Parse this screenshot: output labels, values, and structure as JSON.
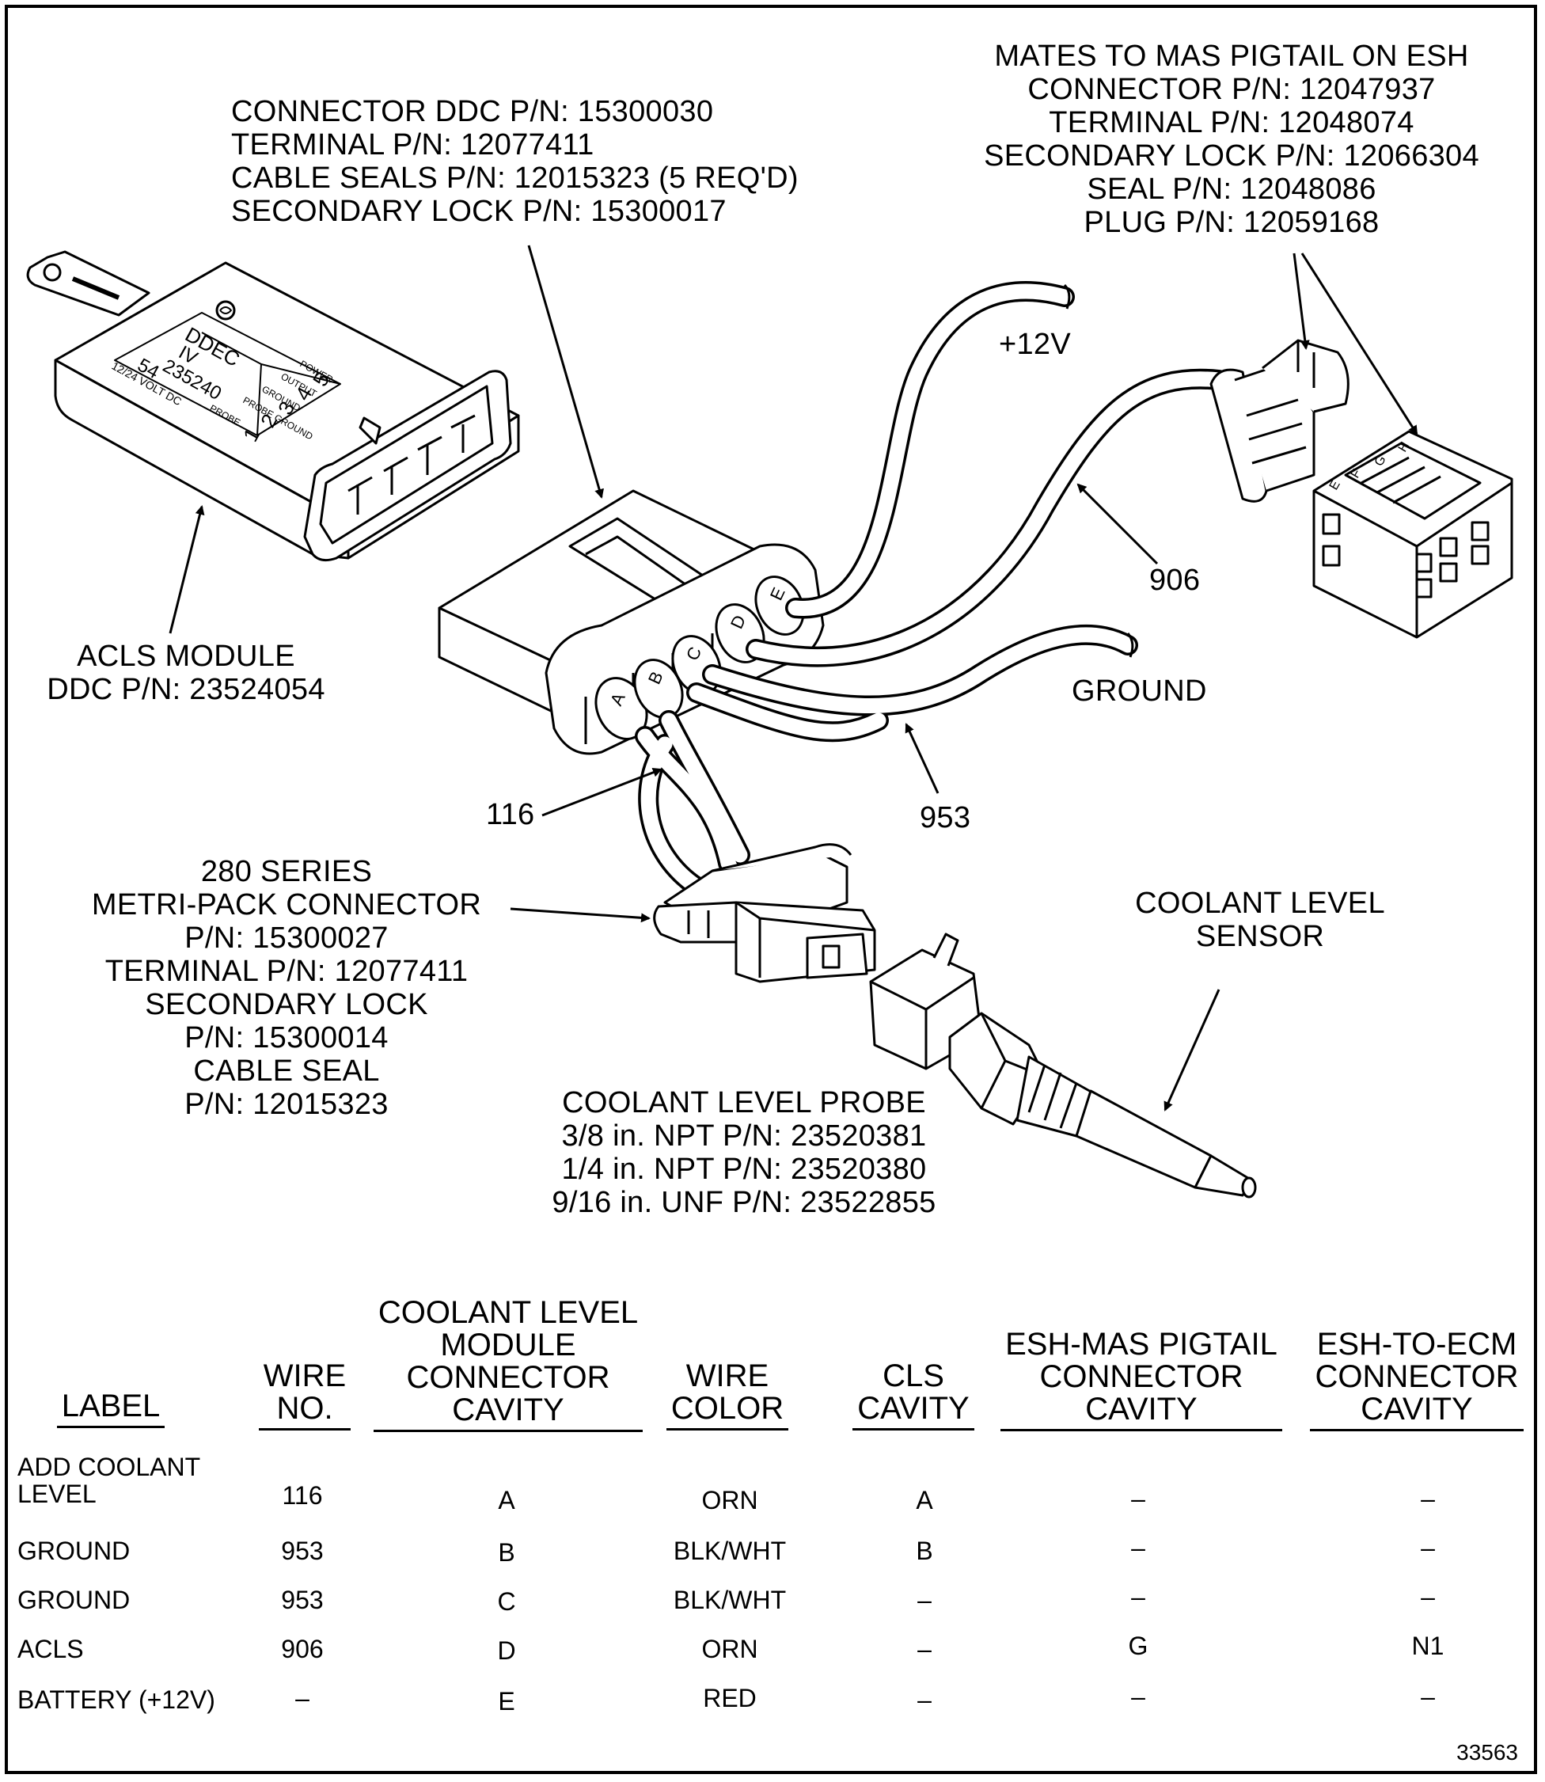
{
  "callouts": {
    "connector_ddc": [
      "CONNECTOR DDC P/N: 15300030",
      "TERMINAL P/N: 12077411",
      "CABLE SEALS P/N: 12015323 (5 REQ'D)",
      "SECONDARY LOCK P/N: 15300017"
    ],
    "mates_to_mas": [
      "MATES TO MAS PIGTAIL ON ESH",
      "CONNECTOR P/N: 12047937",
      "TERMINAL P/N: 12048074",
      "SECONDARY LOCK P/N: 12066304",
      "SEAL P/N: 12048086",
      "PLUG P/N: 12059168"
    ],
    "plus12v": "+12V",
    "wire_906": "906",
    "ground": "GROUND",
    "wire_953": "953",
    "wire_116": "116",
    "acls_module": [
      "ACLS MODULE",
      "DDC P/N: 23524054"
    ],
    "metripack": [
      "280 SERIES",
      "METRI-PACK CONNECTOR",
      "P/N: 15300027",
      "TERMINAL P/N: 12077411",
      "SECONDARY LOCK",
      "P/N: 15300014",
      "CABLE SEAL",
      "P/N: 12015323"
    ],
    "coolant_sensor": [
      "COOLANT LEVEL",
      "SENSOR"
    ],
    "coolant_probe": [
      "COOLANT LEVEL PROBE",
      "3/8 in. NPT P/N: 23520381",
      "1/4 in. NPT P/N: 23520380",
      "9/16 in. UNF P/N: 23522855"
    ]
  },
  "module_face": {
    "brand": "DDEC",
    "model": "IV",
    "code1": "235240",
    "code2": "54",
    "voltage": "12/24 VOLT DC",
    "pins": [
      {
        "num": "5",
        "name": "POWER"
      },
      {
        "num": "4",
        "name": "OUTPUT"
      },
      {
        "num": "3",
        "name": "GROUND"
      },
      {
        "num": "2",
        "name": "PROBE GROUND"
      },
      {
        "num": "1",
        "name": "PROBE"
      }
    ]
  },
  "connector_letters": [
    "A",
    "B",
    "C",
    "D",
    "E"
  ],
  "esh_letters": [
    "E",
    "F",
    "G",
    "H"
  ],
  "table": {
    "headers": [
      [
        "LABEL"
      ],
      [
        "WIRE",
        "NO."
      ],
      [
        "COOLANT LEVEL",
        "MODULE",
        "CONNECTOR",
        "CAVITY"
      ],
      [
        "WIRE",
        "COLOR"
      ],
      [
        "CLS",
        "CAVITY"
      ],
      [
        "ESH-MAS PIGTAIL",
        "CONNECTOR",
        "CAVITY"
      ],
      [
        "ESH-TO-ECM",
        "CONNECTOR",
        "CAVITY"
      ]
    ],
    "rows": [
      {
        "label": [
          "ADD COOLANT",
          "LEVEL"
        ],
        "wire": "116",
        "cavity": "A",
        "color": "ORN",
        "cls": "A",
        "esh_mas": "–",
        "esh_ecm": "–"
      },
      {
        "label": [
          "GROUND"
        ],
        "wire": "953",
        "cavity": "B",
        "color": "BLK/WHT",
        "cls": "B",
        "esh_mas": "–",
        "esh_ecm": "–"
      },
      {
        "label": [
          "GROUND"
        ],
        "wire": "953",
        "cavity": "C",
        "color": "BLK/WHT",
        "cls": "–",
        "esh_mas": "–",
        "esh_ecm": "–"
      },
      {
        "label": [
          "ACLS"
        ],
        "wire": "906",
        "cavity": "D",
        "color": "ORN",
        "cls": "–",
        "esh_mas": "G",
        "esh_ecm": "N1"
      },
      {
        "label": [
          "BATTERY (+12V)"
        ],
        "wire": "–",
        "cavity": "E",
        "color": "RED",
        "cls": "–",
        "esh_mas": "–",
        "esh_ecm": "–"
      }
    ]
  },
  "figure_id": "33563"
}
